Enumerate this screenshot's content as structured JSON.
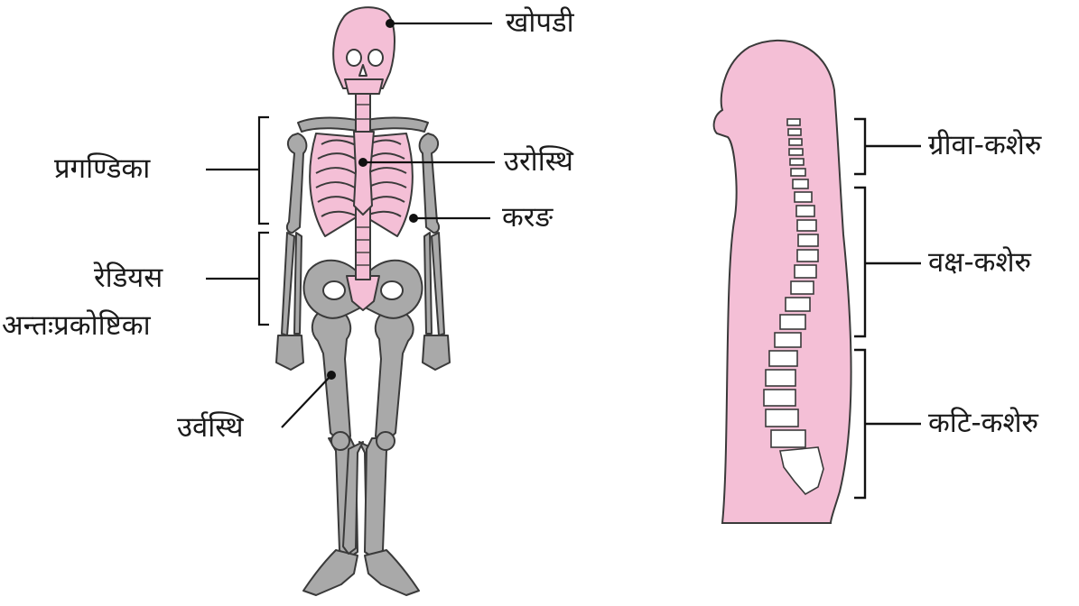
{
  "skeleton": {
    "labels": {
      "skull": "खोपडी",
      "sternum": "उरोस्थि",
      "ribs": "करङ",
      "humerus": "प्रगण्डिका",
      "radius": "रेडियस",
      "ulna": "अन्तःप्रकोष्टिका",
      "femur": "उर्वस्थि"
    }
  },
  "spine": {
    "labels": {
      "cervical": "ग्रीवा-कशेरु",
      "thoracic": "वक्ष-कशेरु",
      "lumbar": "कटि-कशेरु"
    }
  },
  "colors": {
    "pink": "#f4bfd6",
    "pink_stroke": "#444444",
    "bone_gray": "#a9a9a9",
    "line": "#111111"
  }
}
